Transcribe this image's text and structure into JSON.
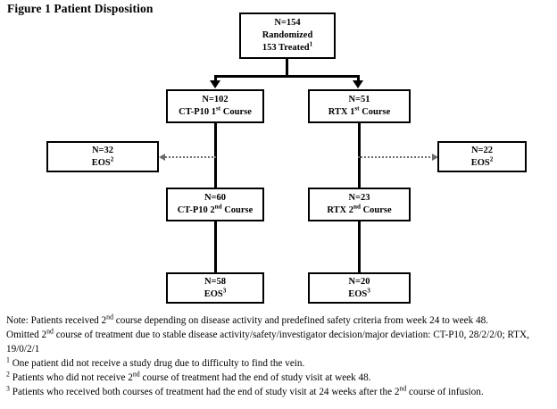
{
  "title": "Figure 1 Patient Disposition",
  "flowchart": {
    "boxes": {
      "randomized": {
        "line1": "N=154",
        "line2": "Randomized",
        "line3_pre": "153 Treated",
        "line3_sup": "1"
      },
      "ctp10_course1": {
        "line1": "N=102",
        "line2_pre": "CT-P10 1",
        "line2_sup": "st",
        "line2_post": " Course"
      },
      "rtx_course1": {
        "line1": "N=51",
        "line2_pre": "RTX 1",
        "line2_sup": "st",
        "line2_post": " Course"
      },
      "eos_left": {
        "line1": "N=32",
        "line2_pre": "EOS",
        "line2_sup": "2"
      },
      "eos_right": {
        "line1": "N=22",
        "line2_pre": "EOS",
        "line2_sup": "2"
      },
      "ctp10_course2": {
        "line1": "N=60",
        "line2_pre": "CT-P10 2",
        "line2_sup": "nd",
        "line2_post": " Course"
      },
      "rtx_course2": {
        "line1": "N=23",
        "line2_pre": "RTX 2",
        "line2_sup": "nd",
        "line2_post": " Course"
      },
      "eos_bottom_left": {
        "line1": "N=58",
        "line2_pre": "EOS",
        "line2_sup": "3"
      },
      "eos_bottom_right": {
        "line1": "N=20",
        "line2_pre": "EOS",
        "line2_sup": "3"
      }
    }
  },
  "footnotes": {
    "note_pre": "Note: Patients received 2",
    "note_sup": "nd",
    "note_post": " course depending on disease activity and predefined safety criteria from week 24 to week 48.",
    "omitted_pre": "Omitted 2",
    "omitted_sup": "nd",
    "omitted_post": " course of treatment due to stable disease activity/safety/investigator decision/major deviation: CT-P10, 28/2/2/0; RTX, 19/0/2/1",
    "fn1_marker": "1",
    "fn1_text": " One patient did not receive a study drug due to difficulty to find the vein.",
    "fn2_marker": "2",
    "fn2_pre": " Patients who did not receive 2",
    "fn2_sup": "nd",
    "fn2_post": " course of treatment had the end of study visit at week 48.",
    "fn3_marker": "3",
    "fn3_pre": " Patients who received both courses of treatment had the end of study visit at 24 weeks after the 2",
    "fn3_sup": "nd",
    "fn3_post": " course of infusion."
  }
}
